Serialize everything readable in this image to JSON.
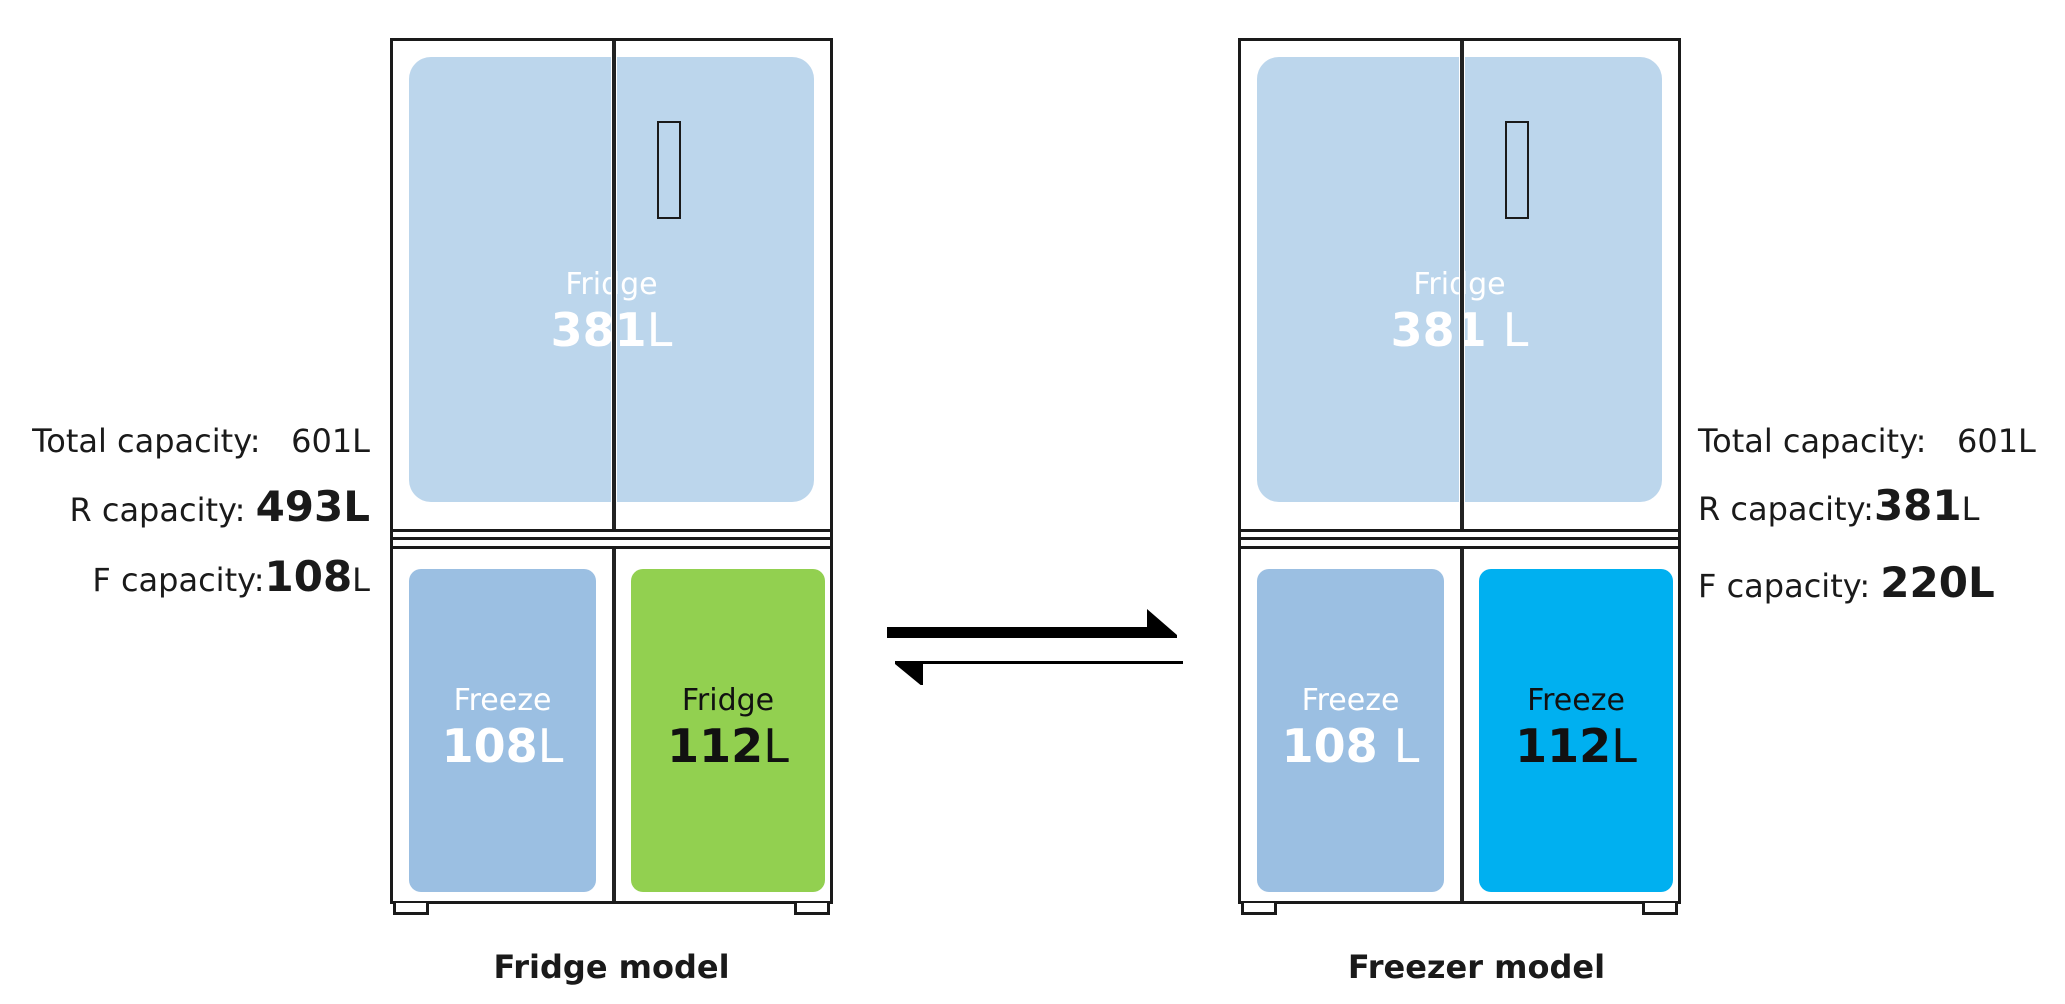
{
  "fridges": [
    {
      "model_label": "Fridge model",
      "top": {
        "name": "Fridge",
        "value": "381",
        "unit": "L",
        "color": "#bcd6ec"
      },
      "bottom_left": {
        "name": "Freeze",
        "value": "108",
        "unit": "L",
        "color": "#9bbfe2"
      },
      "bottom_right": {
        "name": "Fridge",
        "value": "112",
        "unit": "L",
        "color": "#92d050"
      },
      "capacities": {
        "total_label": "Total capacity:",
        "total_value": "601",
        "total_unit": "L",
        "r_label": "R capacity:",
        "r_value": "493",
        "r_unit": "L",
        "f_label": "F capacity:",
        "f_value": "108",
        "f_unit": "L"
      }
    },
    {
      "model_label": "Freezer model",
      "top": {
        "name": "Fridge",
        "value": "381",
        "unit": "L",
        "color": "#bcd6ec"
      },
      "bottom_left": {
        "name": "Freeze",
        "value": "108",
        "unit": "L",
        "color": "#9bbfe2"
      },
      "bottom_right": {
        "name": "Freeze",
        "value": "112",
        "unit": "L",
        "color": "#00b0f0"
      },
      "capacities": {
        "total_label": "Total capacity:",
        "total_value": "601",
        "total_unit": "L",
        "r_label": "R capacity:",
        "r_value": "381",
        "r_unit": "L",
        "f_label": "F capacity:",
        "f_value": "220",
        "f_unit": "L"
      }
    }
  ],
  "icons": {
    "conversion": "equilibrium-arrows-icon"
  }
}
